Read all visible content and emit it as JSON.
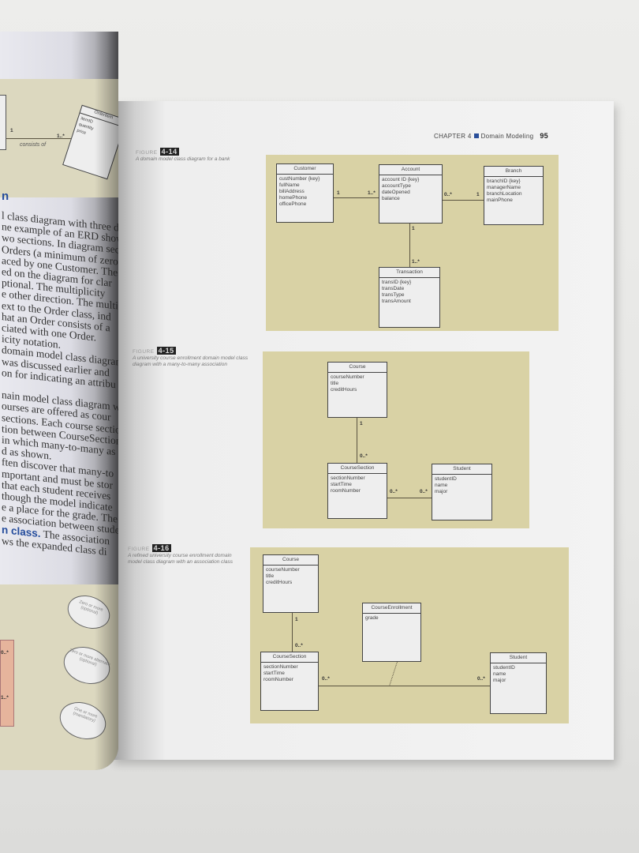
{
  "header": {
    "chapter": "CHAPTER 4",
    "section": "Domain Modeling",
    "page": "95"
  },
  "fig14": {
    "label": "FIGURE",
    "num": "4-14",
    "caption": "A domain model class diagram for a bank",
    "customer": {
      "name": "Customer",
      "attrs": [
        "custNumber {key}",
        "fullName",
        "billAddress",
        "homePhone",
        "officePhone"
      ]
    },
    "account": {
      "name": "Account",
      "attrs": [
        "account ID {key}",
        "accountType",
        "dateOpened",
        "balance"
      ]
    },
    "branch": {
      "name": "Branch",
      "attrs": [
        "branchID {key}",
        "managerName",
        "branchLocation",
        "mainPhone"
      ]
    },
    "transaction": {
      "name": "Transaction",
      "attrs": [
        "transID {key}",
        "transDate",
        "transType",
        "transAmount"
      ]
    },
    "mult": {
      "cust_acc": "1",
      "acc_cust": "1..*",
      "acc_br": "0..*",
      "br_acc": "1",
      "acc_tr": "1",
      "tr_acc": "1..*"
    }
  },
  "fig15": {
    "label": "FIGURE",
    "num": "4-15",
    "caption": "A university course enrollment domain model class diagram with a many-to-many association",
    "course": {
      "name": "Course",
      "attrs": [
        "courseNumber",
        "title",
        "creditHours"
      ]
    },
    "section": {
      "name": "CourseSection",
      "attrs": [
        "sectionNumber",
        "startTime",
        "roomNumber"
      ]
    },
    "student": {
      "name": "Student",
      "attrs": [
        "studentID",
        "name",
        "major"
      ]
    },
    "mult": {
      "c_s": "1",
      "s_c": "0..*",
      "s_st": "0..*",
      "st_s": "0..*"
    }
  },
  "fig16": {
    "label": "FIGURE",
    "num": "4-16",
    "caption": "A refined university course enrollment domain model class diagram with an association class",
    "course": {
      "name": "Course",
      "attrs": [
        "courseNumber",
        "title",
        "creditHours"
      ]
    },
    "section": {
      "name": "CourseSection",
      "attrs": [
        "sectionNumber",
        "startTime",
        "roomNumber"
      ]
    },
    "enrollment": {
      "name": "CourseEnrollment",
      "attrs": [
        "grade"
      ]
    },
    "student": {
      "name": "Student",
      "attrs": [
        "studentID",
        "name",
        "major"
      ]
    },
    "mult": {
      "c_s": "1",
      "s_c": "0..*",
      "s_st": "0..*",
      "st_s": "0..*"
    }
  },
  "left_page": {
    "diagram": {
      "m1": "1",
      "m2": "1..*",
      "assoc": "consists of",
      "box": "OrderItem",
      "attrs": [
        "itemID",
        "quantity",
        "price"
      ]
    },
    "heading": "n",
    "lines": [
      "l class diagram with three d",
      "ne example of an ERD shows",
      "wo sections. In diagram sect",
      "Orders (a minimum of zero a",
      "aced by one Customer. The",
      "ed on the diagram for clar",
      "ptional. The multiplicity",
      "e other direction. The multi",
      "ext to the Order class, ind",
      "hat an Order consists of a",
      "ciated with one Order.",
      "icity notation.",
      "domain model class diagram",
      "was discussed earlier and",
      "on for indicating an attribu",
      "",
      "nain model class diagram w",
      "ourses are offered as cour",
      "sections. Each course sectio",
      "tion between CourseSection",
      "in which many-to-many as",
      "d as shown.",
      "ften discover that many-to",
      "mportant and must be stor",
      "that each student receives",
      "though the model indicate",
      "e a place for the grade. The",
      "e association between stude"
    ],
    "bold_term": "n class.",
    "bold_rest": " The association",
    "last_line": "ws the expanded class di",
    "bottom": {
      "m1": "0..*",
      "m2": "1..*",
      "notes": [
        "Zero or more (optional)",
        "Zero or more alternate (optional)",
        "One or more (mandatory)"
      ]
    }
  }
}
